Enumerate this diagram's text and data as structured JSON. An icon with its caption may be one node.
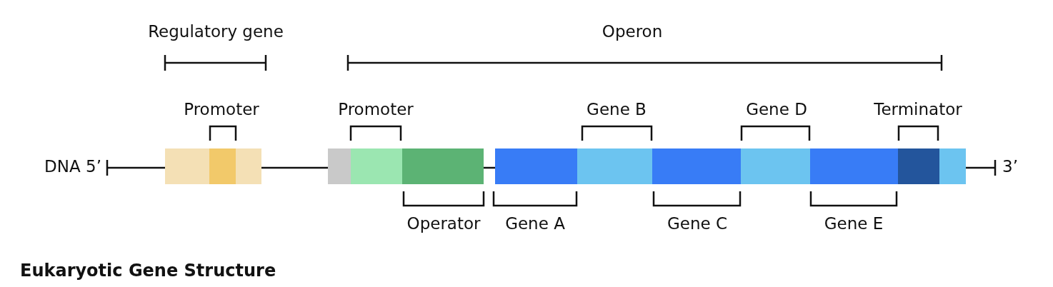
{
  "diagram": {
    "labels": [
      "Regulatory gene",
      "Operon",
      "Promoter",
      "Promoter",
      "Gene B",
      "Gene D",
      "Terminator",
      "DNA 5’",
      "3’",
      "Operator",
      "Gene A",
      "Gene C",
      "Gene E",
      "Eukaryotic Gene Structure"
    ]
  }
}
